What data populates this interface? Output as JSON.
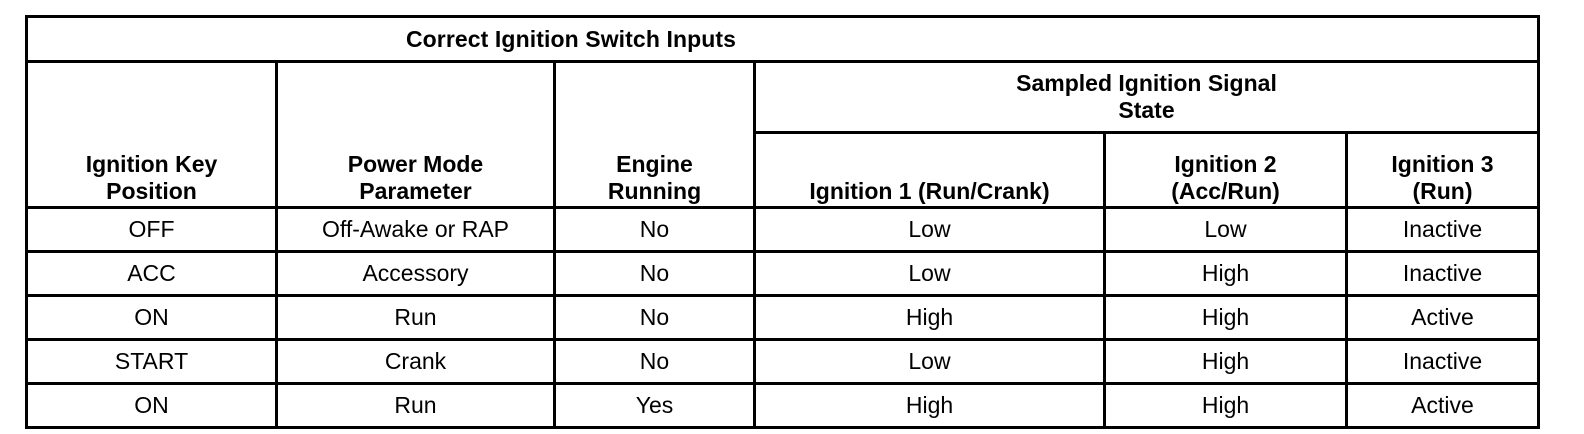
{
  "table": {
    "title": "Correct Ignition Switch Inputs",
    "group_header": {
      "line1": "Sampled Ignition Signal",
      "line2": "State"
    },
    "columns": [
      {
        "id": "ignition-key-position",
        "line1": "Ignition Key",
        "line2": "Position"
      },
      {
        "id": "power-mode-parameter",
        "line1": "Power Mode",
        "line2": "Parameter"
      },
      {
        "id": "engine-running",
        "line1": "Engine",
        "line2": "Running"
      }
    ],
    "sub_columns": [
      {
        "id": "ignition-1",
        "line1": "Ignition 1 (Run/Crank)",
        "line2": ""
      },
      {
        "id": "ignition-2",
        "line1": "Ignition 2",
        "line2": "(Acc/Run)"
      },
      {
        "id": "ignition-3",
        "line1": "Ignition 3",
        "line2": "(Run)"
      }
    ],
    "rows": [
      {
        "key_position": "OFF",
        "power_mode": "Off-Awake or RAP",
        "engine_running": "No",
        "ignition_1": "Low",
        "ignition_2": "Low",
        "ignition_3": "Inactive"
      },
      {
        "key_position": "ACC",
        "power_mode": "Accessory",
        "engine_running": "No",
        "ignition_1": "Low",
        "ignition_2": "High",
        "ignition_3": "Inactive"
      },
      {
        "key_position": "ON",
        "power_mode": "Run",
        "engine_running": "No",
        "ignition_1": "High",
        "ignition_2": "High",
        "ignition_3": "Active"
      },
      {
        "key_position": "START",
        "power_mode": "Crank",
        "engine_running": "No",
        "ignition_1": "Low",
        "ignition_2": "High",
        "ignition_3": "Inactive"
      },
      {
        "key_position": "ON",
        "power_mode": "Run",
        "engine_running": "Yes",
        "ignition_1": "High",
        "ignition_2": "High",
        "ignition_3": "Active"
      }
    ],
    "colors": {
      "border": "#000000",
      "text": "#000000",
      "background": "#ffffff"
    }
  }
}
